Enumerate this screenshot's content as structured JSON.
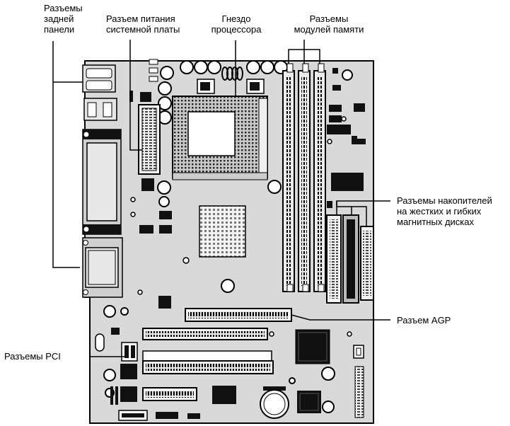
{
  "labels": {
    "rear_panel": [
      "Разъемы",
      "задней",
      "панели"
    ],
    "power": [
      "Разъем питания",
      "системной платы"
    ],
    "cpu": [
      "Гнездо",
      "процессора"
    ],
    "memory": [
      "Разъемы",
      "модулей памяти"
    ],
    "drives": [
      "Разъемы накопителей",
      "на жестких и гибких",
      "магнитных дисках"
    ],
    "agp": "Разъем AGP",
    "pci": "Разъемы PCI"
  },
  "colors": {
    "board": "#d9d9d9",
    "line": "#000000",
    "component": "#111111",
    "slot": "#f2f2f2"
  }
}
